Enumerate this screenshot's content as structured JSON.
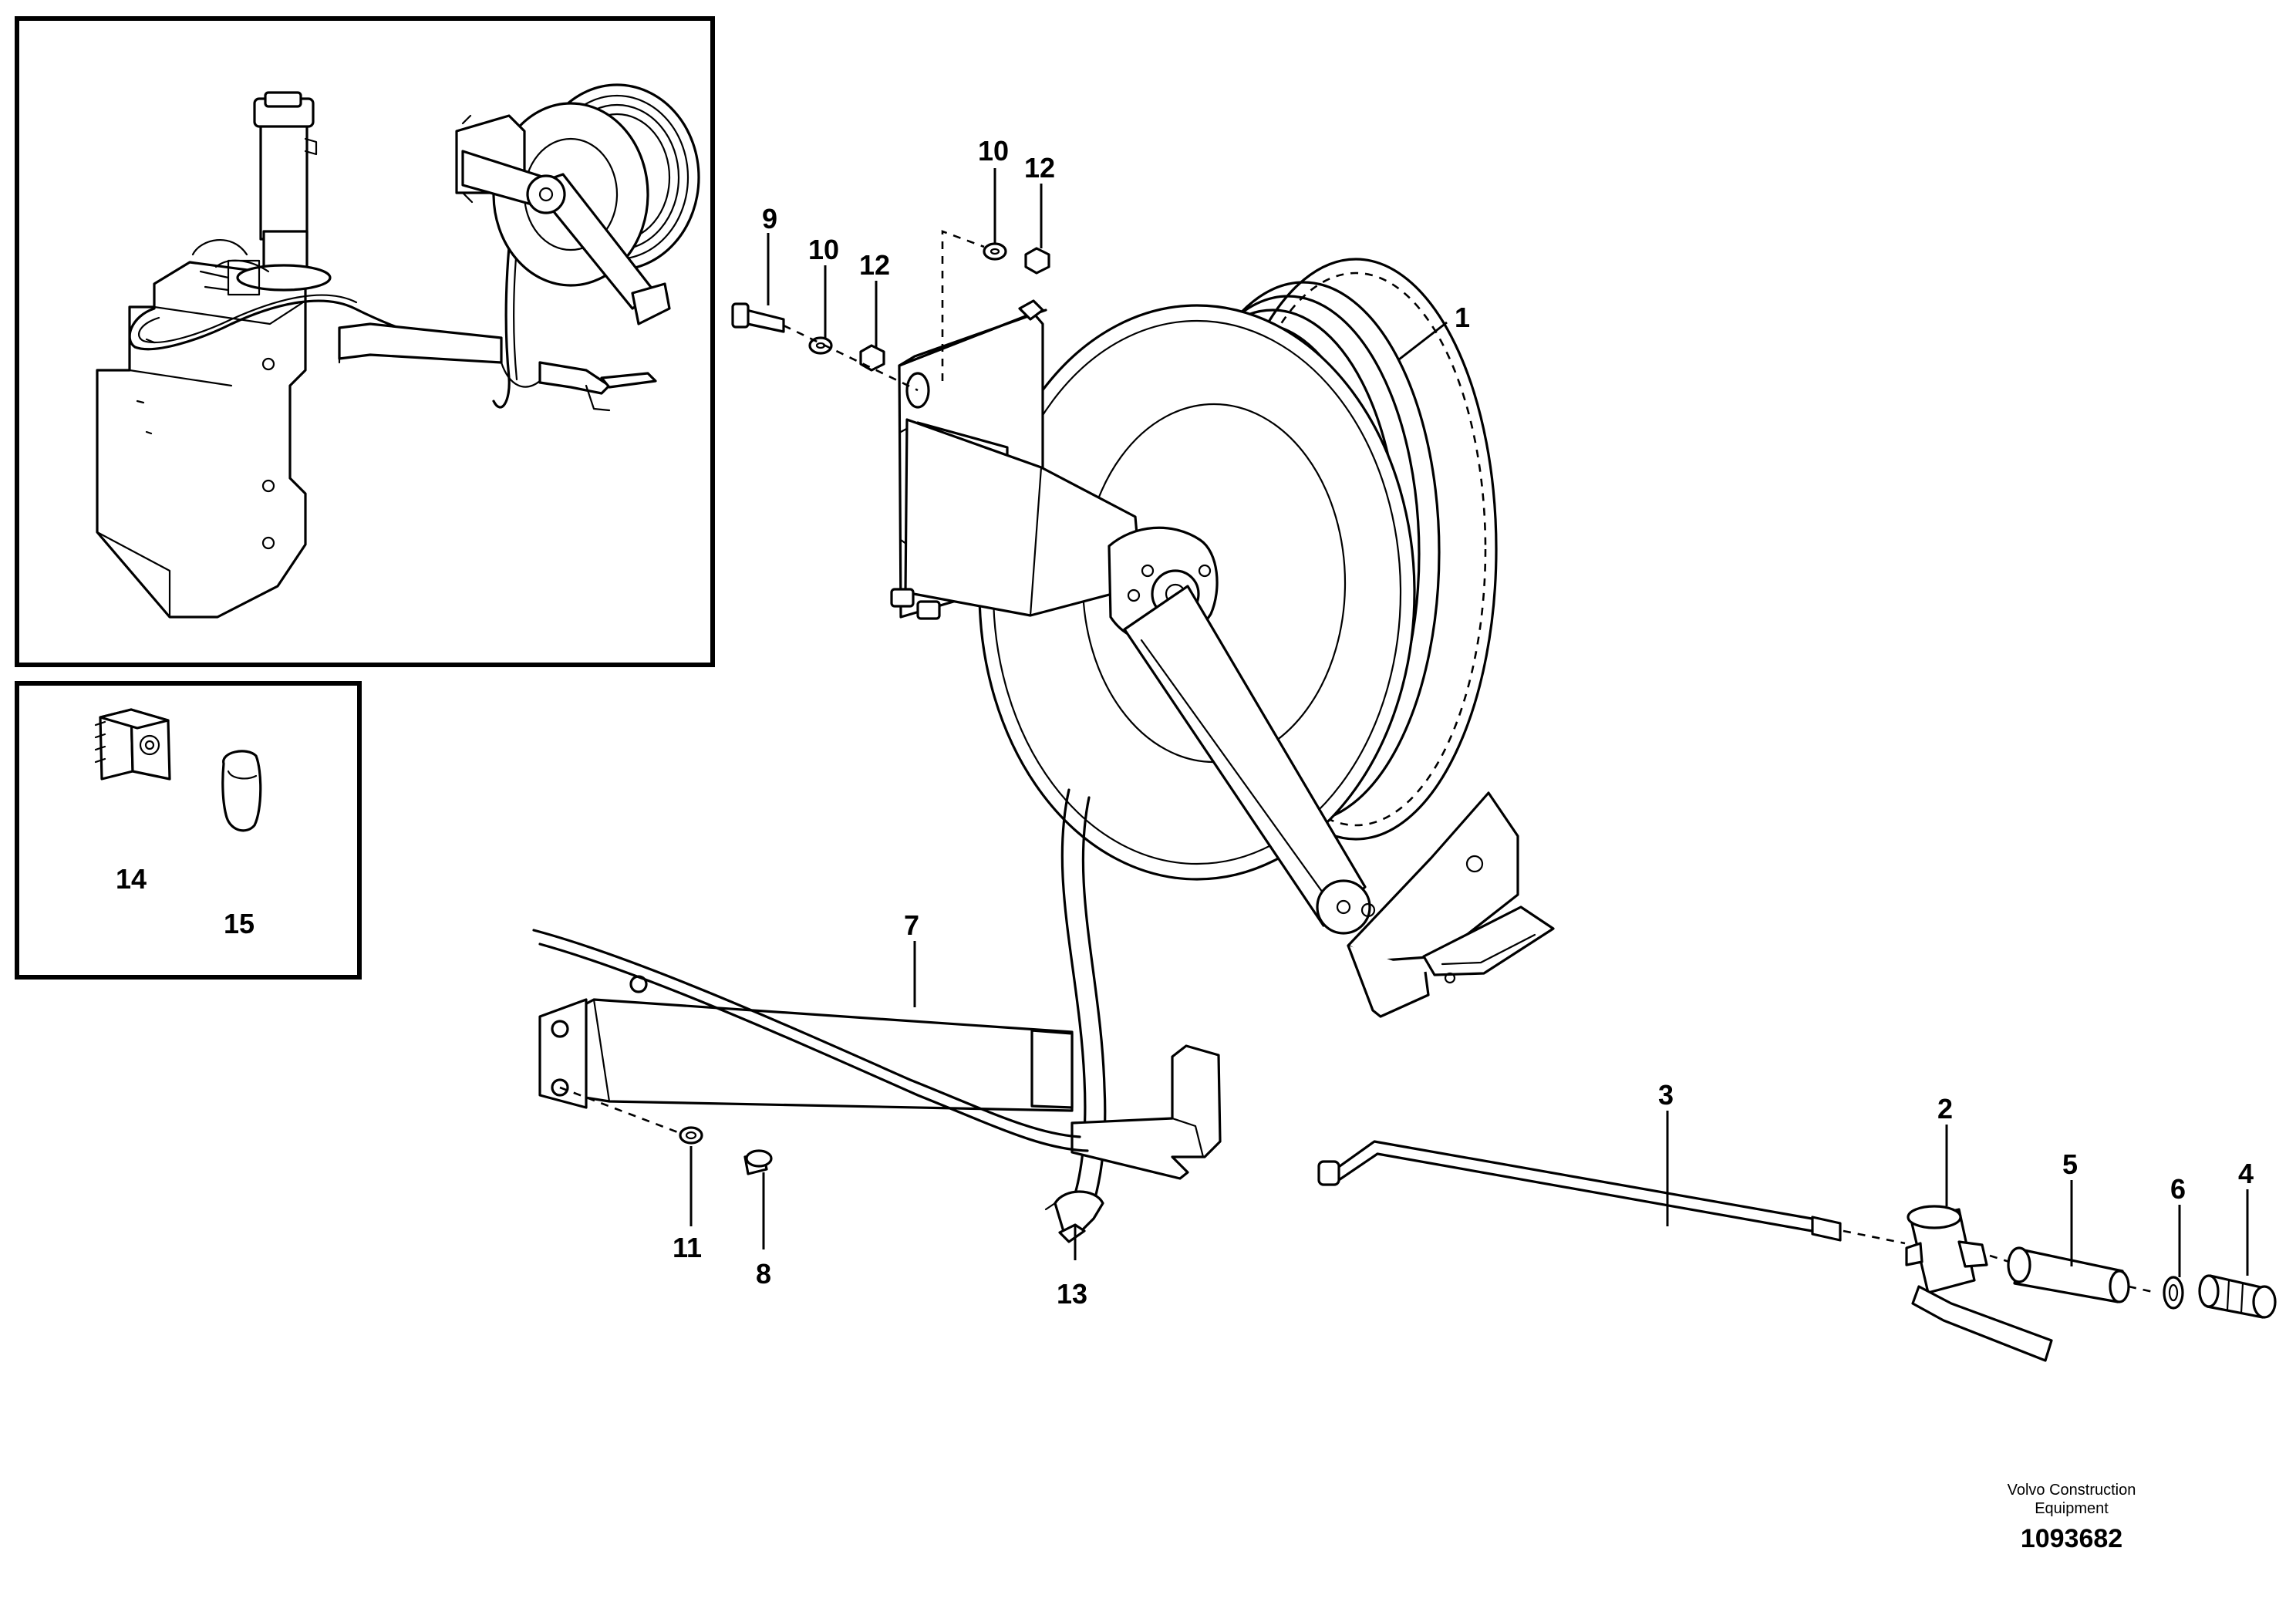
{
  "callouts": {
    "c1": "1",
    "c2": "2",
    "c3": "3",
    "c4": "4",
    "c5": "5",
    "c6": "6",
    "c7": "7",
    "c8": "8",
    "c9": "9",
    "c10a": "10",
    "c10b": "10",
    "c11": "11",
    "c12a": "12",
    "c12b": "12",
    "c13": "13",
    "c14": "14",
    "c15": "15"
  },
  "footer": {
    "brand_line1": "Volvo Construction",
    "brand_line2": "Equipment",
    "document_number": "1093682"
  }
}
